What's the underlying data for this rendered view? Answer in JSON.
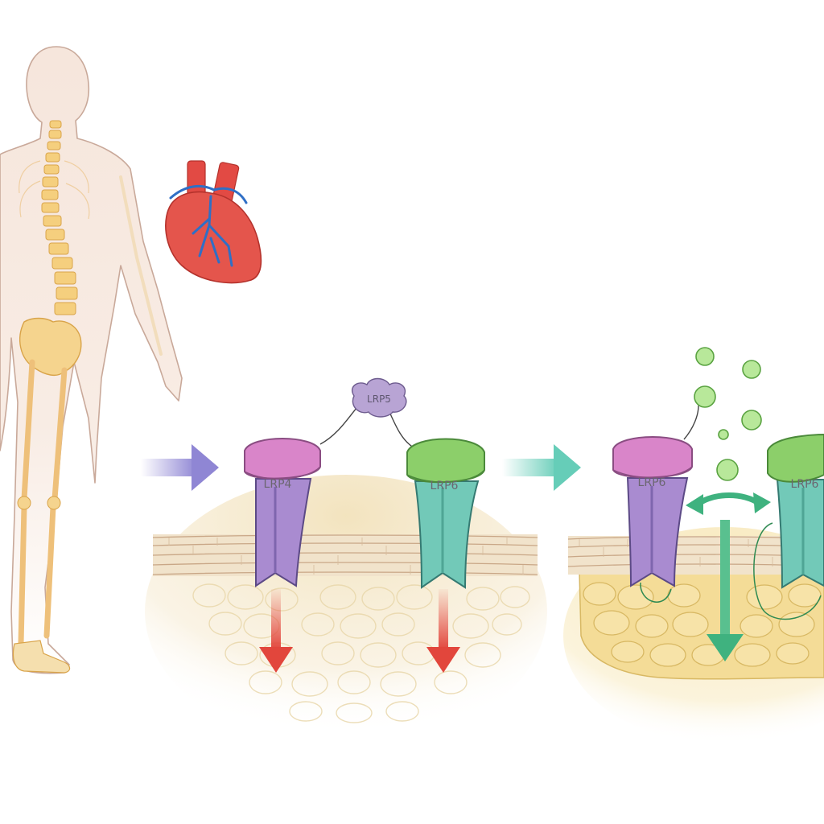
{
  "diagram": {
    "cloud_label": "LRP5",
    "receptors": [
      {
        "label": "LRP4",
        "top_color": "#d985c9",
        "body_color": "#a98bd0"
      },
      {
        "label": "LRP6",
        "top_color": "#8ccf6a",
        "body_color": "#72c9b8"
      },
      {
        "label": "LRP6",
        "top_color": "#d985c9",
        "body_color": "#a98bd0"
      },
      {
        "label": "LRP6",
        "top_color": "#8ccf6a",
        "body_color": "#72c9b8"
      }
    ],
    "colors": {
      "arrow_purple": "#8f86d4",
      "arrow_teal": "#66cdb8",
      "arrow_red": "#e2463c",
      "arrow_green": "#3fb27f",
      "heart": "#e4554c",
      "vessel_blue": "#2f6fc6",
      "bone": "#f2c46d"
    },
    "icons": [
      "human-skeleton-icon",
      "heart-icon",
      "cell-membrane",
      "receptor",
      "ligand-particle"
    ]
  }
}
